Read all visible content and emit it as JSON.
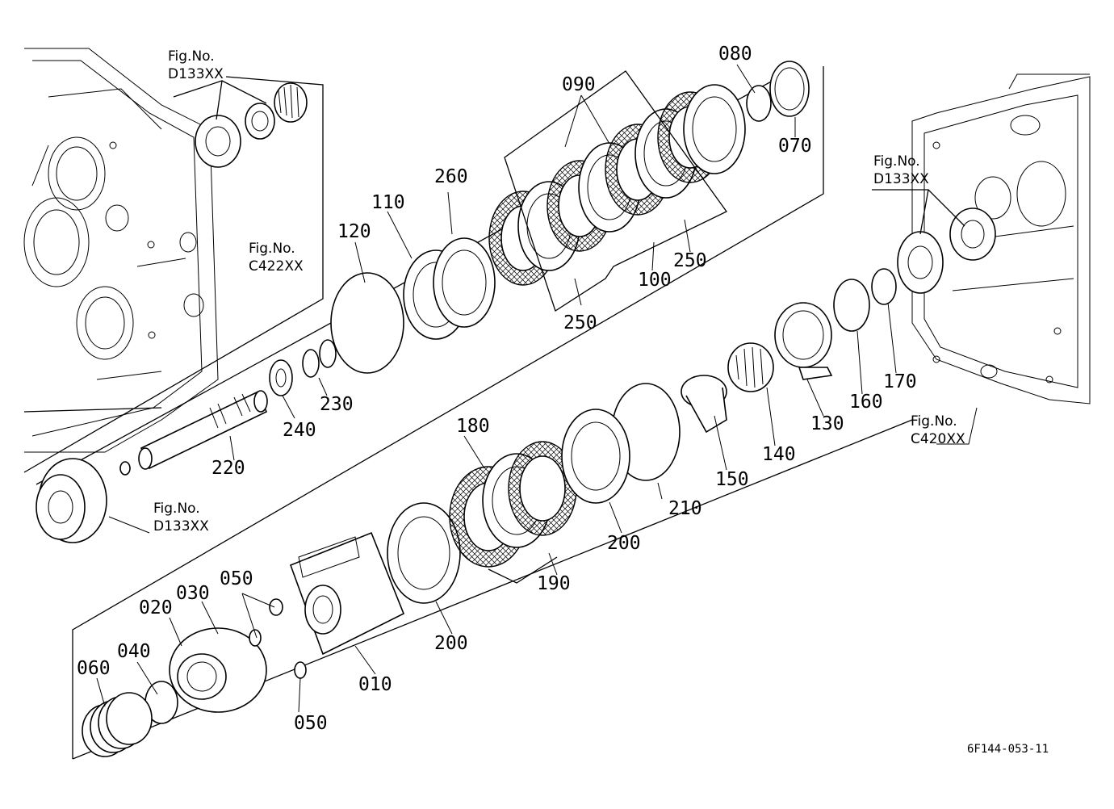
{
  "figure_refs": [
    {
      "title": "Fig.No.",
      "code": "D133XX"
    },
    {
      "title": "Fig.No.",
      "code": "C422XX"
    },
    {
      "title": "Fig.No.",
      "code": "D133XX"
    },
    {
      "title": "Fig.No.",
      "code": "D133XX"
    },
    {
      "title": "Fig.No.",
      "code": "C420XX"
    }
  ],
  "part_labels": [
    "010",
    "020",
    "030",
    "040",
    "050",
    "050",
    "060",
    "070",
    "080",
    "090",
    "100",
    "110",
    "120",
    "130",
    "140",
    "150",
    "160",
    "170",
    "180",
    "190",
    "200",
    "200",
    "210",
    "220",
    "230",
    "240",
    "250",
    "250",
    "260"
  ],
  "footer": {
    "drawing_id": "6F144-053-11"
  }
}
